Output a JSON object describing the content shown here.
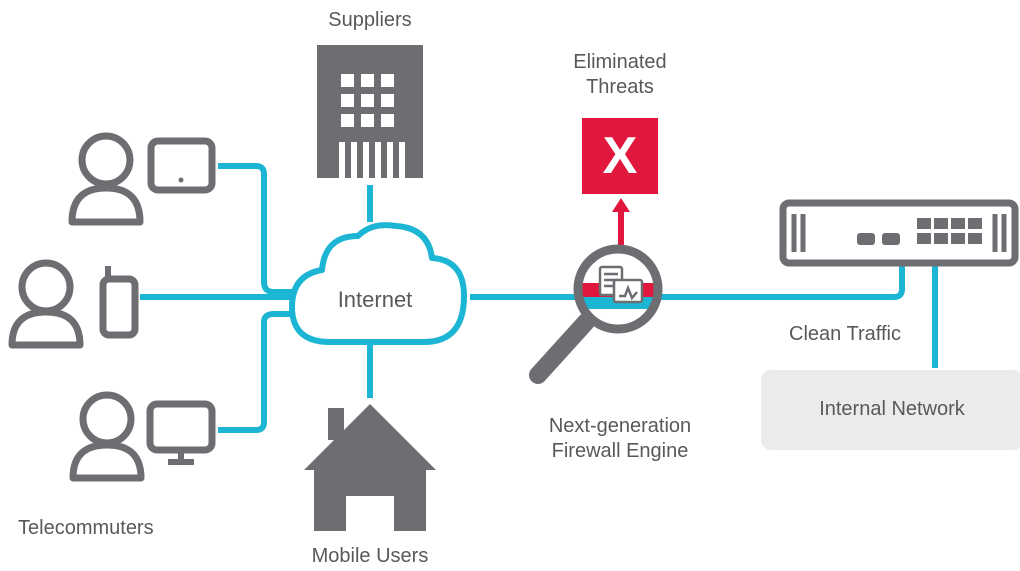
{
  "labels": {
    "suppliers": "Suppliers",
    "eliminated_threats_line1": "Eliminated",
    "eliminated_threats_line2": "Threats",
    "internet": "Internet",
    "telecommuters": "Telecommuters",
    "mobile_users": "Mobile Users",
    "ngfw_line1": "Next-generation",
    "ngfw_line2": "Firewall Engine",
    "clean_traffic": "Clean Traffic",
    "internal_network": "Internal Network",
    "threat_mark": "X"
  },
  "colors": {
    "connector": "#1cb5d4",
    "icon_gray": "#6d6e71",
    "text_gray": "#58595b",
    "threat_red": "#e1173e",
    "internal_box": "#ebebeb"
  },
  "icons": [
    "person-icon",
    "tablet-icon",
    "phone-icon",
    "monitor-icon",
    "building-icon",
    "cloud-icon",
    "home-icon",
    "magnifier-icon",
    "firewall-appliance-icon",
    "threat-x-icon"
  ]
}
